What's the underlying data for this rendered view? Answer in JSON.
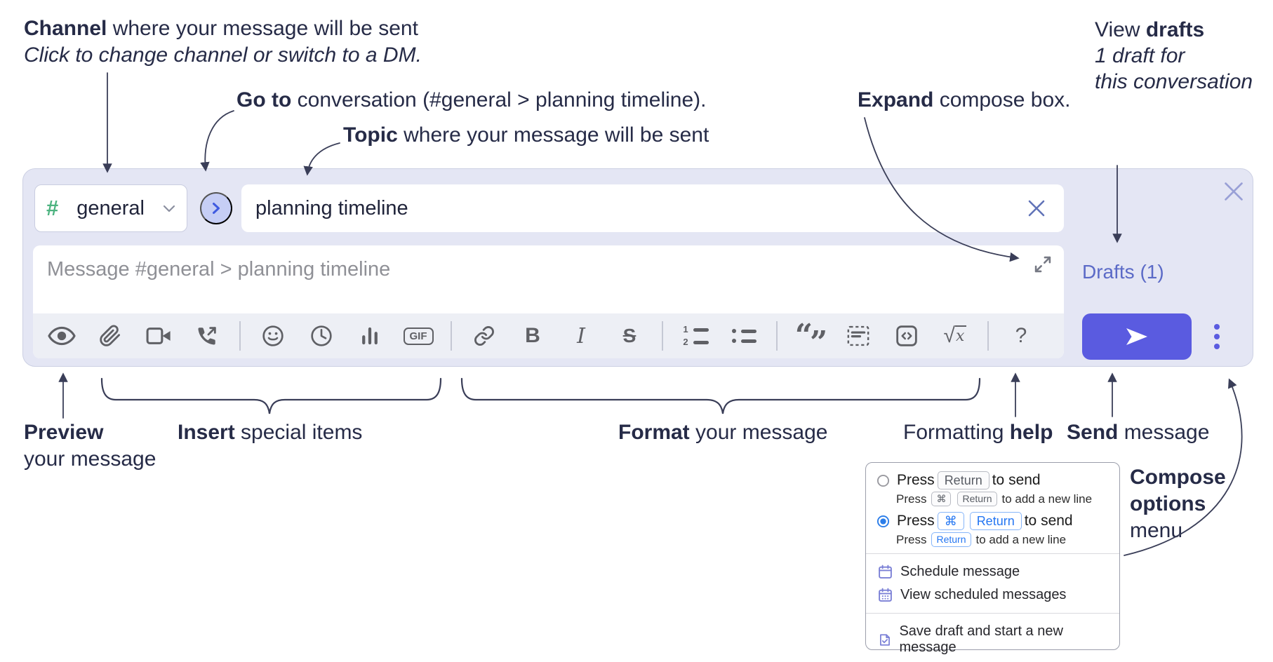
{
  "annotations": {
    "channel": {
      "bold": "Channel",
      "rest": " where your message will be sent",
      "line2": "Click to change channel or switch to a DM."
    },
    "goto": {
      "bold": "Go to",
      "rest": " conversation (#general > planning timeline)."
    },
    "topic": {
      "bold": "Topic",
      "rest": " where your message will be sent"
    },
    "expand": {
      "bold": "Expand",
      "rest": " compose box."
    },
    "drafts": {
      "view": "View ",
      "bold": "drafts",
      "line2": "1 draft for",
      "line3": "this conversation"
    },
    "preview": {
      "bold": "Preview",
      "line2": "your message"
    },
    "insert": {
      "bold": "Insert",
      "rest": " special items"
    },
    "format": {
      "bold": "Format",
      "rest": " your message"
    },
    "help": {
      "regular": "Formatting ",
      "bold": "help"
    },
    "send": {
      "bold": "Send",
      "rest": " message"
    },
    "compose_menu": {
      "line1": "Compose",
      "line2": "options",
      "line3": "menu"
    }
  },
  "compose_box": {
    "channel": {
      "hash": "#",
      "name": "general"
    },
    "topic": {
      "value": "planning timeline"
    },
    "message": {
      "placeholder": "Message #general > planning timeline"
    },
    "drafts_link": "Drafts (1)",
    "toolbar": {
      "gif": "GIF",
      "bold": "B",
      "italic": "I",
      "strike": "S",
      "num1": "1",
      "num2": "2",
      "quote_open": "“",
      "quote_close": "”",
      "math_root": "√",
      "math_x": "x",
      "help": "?"
    }
  },
  "options_menu": {
    "option1": {
      "press": "Press",
      "key_return": "Return",
      "suffix": "to send",
      "sub_press": "Press",
      "sub_key_cmd": "⌘",
      "sub_key_return": "Return",
      "sub_suffix": "to add a new line"
    },
    "option2": {
      "press": "Press",
      "key_cmd": "⌘",
      "key_return": "Return",
      "suffix": "to send",
      "sub_press": "Press",
      "sub_key_return": "Return",
      "sub_suffix": "to add a new line"
    },
    "items": [
      {
        "label": "Schedule message"
      },
      {
        "label": "View scheduled messages"
      },
      {
        "label": "Save draft and start a new message"
      }
    ]
  },
  "colors": {
    "accent": "#5a5be0",
    "channel_green": "#4db380",
    "kbd_blue": "#2476f2",
    "drafts_link": "#5b6ac7",
    "annotation_ink": "#262b47"
  }
}
